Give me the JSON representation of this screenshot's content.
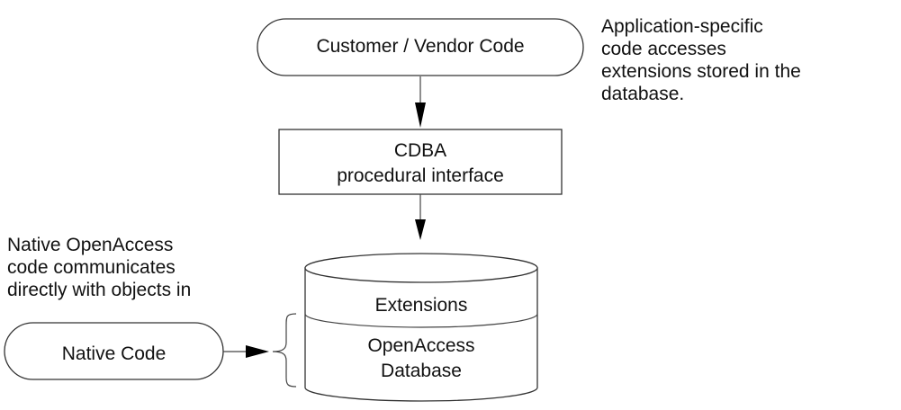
{
  "diagram": {
    "nodes": {
      "customer_vendor_code": {
        "label": "Customer / Vendor Code",
        "shape": "terminator"
      },
      "cdba_interface": {
        "line1": "CDBA",
        "line2": "procedural interface",
        "shape": "rectangle"
      },
      "database": {
        "shape": "cylinder",
        "top_section": "Extensions",
        "bottom_line1": "OpenAccess",
        "bottom_line2": "Database"
      },
      "native_code": {
        "label": "Native Code",
        "shape": "terminator"
      }
    },
    "edges": [
      {
        "from": "customer_vendor_code",
        "to": "cdba_interface"
      },
      {
        "from": "cdba_interface",
        "to": "database"
      },
      {
        "from": "native_code",
        "to": "database",
        "via": "brace"
      }
    ],
    "annotations": {
      "application_note": [
        "Application-specific",
        "code accesses",
        "extensions stored in the",
        "database."
      ],
      "native_note": [
        "Native OpenAccess",
        "code communicates",
        "directly with objects in"
      ]
    }
  }
}
